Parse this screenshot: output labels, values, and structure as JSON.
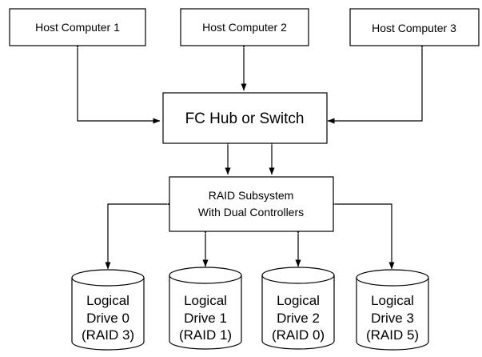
{
  "hosts": [
    {
      "label": "Host Computer 1"
    },
    {
      "label": "Host Computer 2"
    },
    {
      "label": "Host Computer 3"
    }
  ],
  "hub": {
    "label": "FC Hub or Switch"
  },
  "raid": {
    "line1": "RAID Subsystem",
    "line2": "With Dual Controllers"
  },
  "drives": [
    {
      "line1": "Logical",
      "line2": "Drive 0",
      "line3": "(RAID 3)"
    },
    {
      "line1": "Logical",
      "line2": "Drive 1",
      "line3": "(RAID 1)"
    },
    {
      "line1": "Logical",
      "line2": "Drive 2",
      "line3": "(RAID 0)"
    },
    {
      "line1": "Logical",
      "line2": "Drive 3",
      "line3": "(RAID 5)"
    }
  ]
}
